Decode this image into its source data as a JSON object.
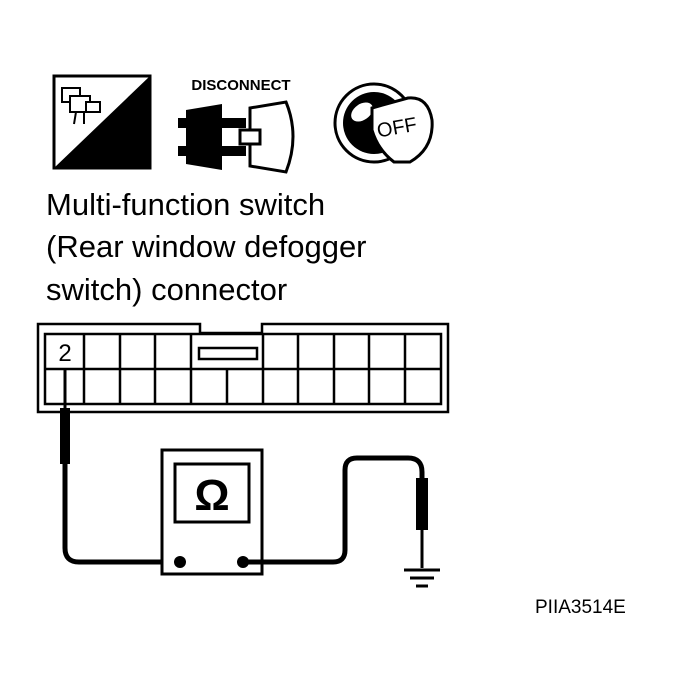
{
  "icons": {
    "harness_side_label": "H.S.",
    "disconnect_label": "DISCONNECT",
    "ignition_label": "OFF"
  },
  "heading": {
    "line1": "Multi-function switch",
    "line2": "(Rear window defogger",
    "line3": "switch) connector"
  },
  "connector": {
    "pin_label": "2"
  },
  "meter": {
    "symbol": "Ω",
    "symbol_name": "ohmmeter"
  },
  "figure_id": "PIIA3514E",
  "colors": {
    "ink": "#000000",
    "paper": "#ffffff"
  }
}
